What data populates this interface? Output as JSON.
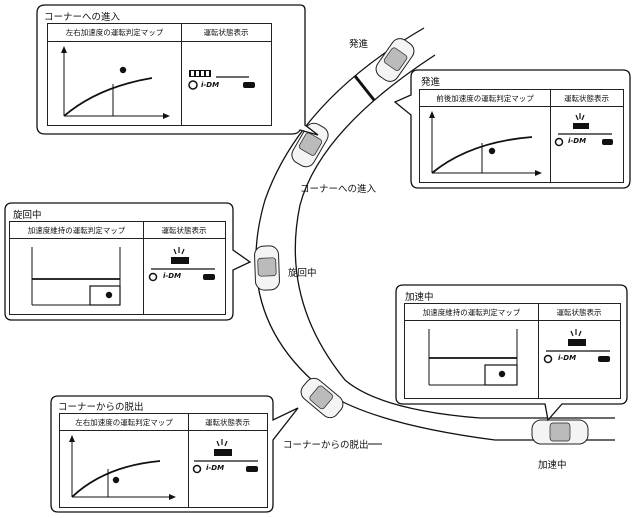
{
  "road_labels": {
    "start": "発進",
    "corner_entry": "コーナーへの進入",
    "turning": "旋回中",
    "corner_exit": "コーナーからの脱出",
    "accel": "加速中"
  },
  "callouts": {
    "corner_entry": {
      "title": "コーナーへの進入",
      "map_header": "左右加速度の運転判定マップ",
      "display_header": "運転状態表示",
      "logo": "i-DM"
    },
    "start": {
      "title": "発進",
      "map_header": "前後加速度の運転判定マップ",
      "display_header": "運転状態表示",
      "logo": "i-DM"
    },
    "turning": {
      "title": "旋回中",
      "map_header": "加速度維持の運転判定マップ",
      "display_header": "運転状態表示",
      "logo": "i-DM"
    },
    "accel": {
      "title": "加速中",
      "map_header": "加速度維持の運転判定マップ",
      "display_header": "運転状態表示",
      "logo": "i-DM"
    },
    "corner_exit": {
      "title": "コーナーからの脱出",
      "map_header": "左右加速度の運転判定マップ",
      "display_header": "運転状態表示",
      "logo": "i-DM"
    }
  }
}
